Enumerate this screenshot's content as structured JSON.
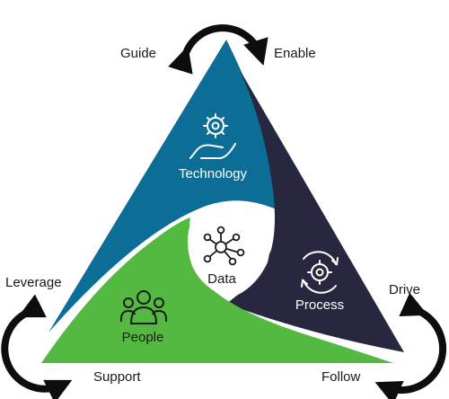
{
  "segments": {
    "technology": {
      "label": "Technology",
      "color": "#0c6d96"
    },
    "process": {
      "label": "Process",
      "color": "#27283f"
    },
    "people": {
      "label": "People",
      "color": "#54b940"
    },
    "data": {
      "label": "Data"
    }
  },
  "relations": {
    "guide": "Guide",
    "enable": "Enable",
    "leverage": "Leverage",
    "support": "Support",
    "drive": "Drive",
    "follow": "Follow"
  },
  "icons": {
    "technology": "hand-gear-icon",
    "process": "gear-cycle-icon",
    "people": "people-group-icon",
    "data": "network-hub-icon"
  }
}
